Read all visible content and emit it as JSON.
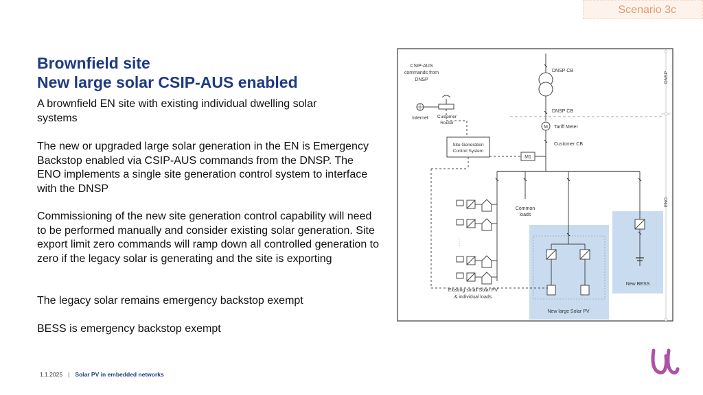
{
  "scenario": "Scenario 3c",
  "title": {
    "line1": "Brownfield site",
    "line2": "New large solar CSIP-AUS enabled"
  },
  "paragraphs": [
    "A brownfield EN site with existing individual dwelling solar systems",
    "The new or upgraded large solar generation in the EN is Emergency Backstop enabled via CSIP-AUS commands from the DNSP.  The ENO implements a single site generation control system to interface with the DNSP",
    "Commissioning of the new site generation control capability will need to be performed manually and consider existing solar generation. Site export limit zero commands will ramp down all controlled generation to zero if the legacy solar is generating and the site is exporting",
    "The legacy solar remains emergency backstop exempt",
    "BESS is emergency backstop exempt"
  ],
  "footer": {
    "date": "1.1.2025",
    "separator": "|",
    "title": "Solar PV in embedded networks"
  },
  "diagram": {
    "csip_label": [
      "CSIP-AUS",
      "commands from",
      "DNSP"
    ],
    "dnsp_cb_top": "DNSP CB",
    "dnsp_side": "DNSP",
    "internet": "Internet",
    "router": [
      "Customer",
      "Router"
    ],
    "dnsp_cb_lower": "DNSP CB",
    "meter_symbol": "M",
    "tariff_meter": "Tariff Meter",
    "site_gen": [
      "Site Generation",
      "Control System"
    ],
    "customer_cb": "Customer CB",
    "m1": "M1",
    "eno_side": "ENO",
    "common_loads": [
      "Common",
      "loads"
    ],
    "existing_pv": [
      "Existing small Solar PV",
      "& individual loads"
    ],
    "new_large_pv": "New large Solar PV",
    "new_bess": "New BESS"
  },
  "colors": {
    "title": "#1f3a83",
    "scenario_text": "#e4986f",
    "panel_fill": "#c9dcef",
    "logo": "#b04fa8"
  }
}
